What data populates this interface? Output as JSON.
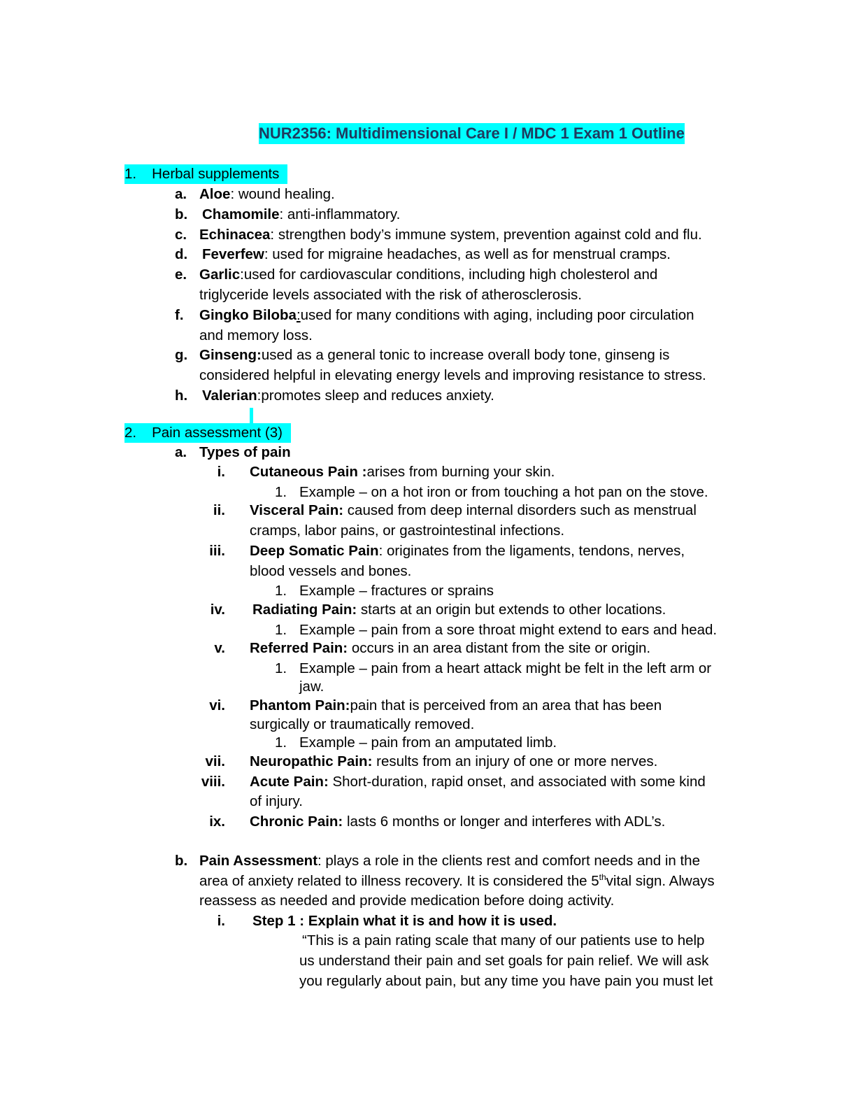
{
  "title": "NUR2356: Multidimensional Care I / MDC 1 Exam 1 Outline",
  "s1": {
    "num": "1.",
    "heading": "Herbal supplements",
    "items": [
      {
        "m": "a.",
        "term": "Aloe",
        "text": ": wound healing."
      },
      {
        "m": "b.",
        "term": "Chamomile",
        "text": ": anti-inflammatory."
      },
      {
        "m": "c.",
        "term": "Echinacea",
        "text": ": strengthen body’s immune system, prevention against cold and flu."
      },
      {
        "m": "d.",
        "term": "Feverfew",
        "text": ": used for migraine headaches, as well as for menstrual cramps."
      },
      {
        "m": "e.",
        "term": "Garlic",
        "text": ":used for cardiovascular conditions, including high cholesterol and",
        "text2": "triglyceride levels associated with the risk of atherosclerosis."
      },
      {
        "m": "f.",
        "term": "Gingko Biloba",
        "colon": ":",
        "text": "used for many conditions with aging, including poor circulation",
        "text2": "and memory loss."
      },
      {
        "m": "g.",
        "term": "Ginseng:",
        "text": "used as a general tonic to increase overall body tone, ginseng is",
        "text2": "considered helpful in elevating energy levels and improving resistance to stress."
      },
      {
        "m": "h.",
        "term": "Valerian",
        "text": ":promotes sleep and reduces anxiety."
      }
    ]
  },
  "s2": {
    "num": "2.",
    "heading": "Pain assessment (3)",
    "a": {
      "m": "a.",
      "label": "Types of pain",
      "items": [
        {
          "m": "i.",
          "term": "Cutaneous Pain :",
          "text": "arises from burning your skin.",
          "ex": "Example – on a hot iron or from touching a hot pan on the stove."
        },
        {
          "m": "ii.",
          "term": "Visceral Pain:",
          "text": " caused from deep internal disorders such as menstrual",
          "text2": "cramps, labor pains, or gastrointestinal infections."
        },
        {
          "m": "iii.",
          "term": "Deep Somatic Pain",
          "text": ": originates from the ligaments, tendons, nerves,",
          "text2": "blood vessels and bones.",
          "ex": "Example – fractures or sprains"
        },
        {
          "m": "iv.",
          "term": "Radiating Pain:",
          "text": " starts at an origin but extends to other locations.",
          "ex": "Example – pain from a sore throat might extend to ears and head."
        },
        {
          "m": "v.",
          "term": "Referred Pain:",
          "text": " occurs in an area distant from the site or origin.",
          "ex": "Example – pain from a heart attack might be felt in the left arm or",
          "ex2": "jaw."
        },
        {
          "m": "vi.",
          "term": "Phantom Pain:",
          "text": "pain that is perceived from an area that has been",
          "text2": "surgically or traumatically removed.",
          "ex": "Example – pain from an amputated limb."
        },
        {
          "m": "vii.",
          "term": "Neuropathic Pain:",
          "text": " results from an injury of one or more nerves."
        },
        {
          "m": "viii.",
          "term": "Acute Pain:",
          "text": " Short-duration, rapid onset, and associated with some kind",
          "text2": "of injury."
        },
        {
          "m": "ix.",
          "term": "Chronic Pain:",
          "text": " lasts 6 months or longer and interferes with ADL’s."
        }
      ],
      "ex_num": "1."
    },
    "b": {
      "m": "b.",
      "term": "Pain Assessment",
      "line1": ": plays a role in the clients rest and comfort needs and in the",
      "line2a": "area of anxiety related to illness recovery. It is considered the 5",
      "sup": "th",
      "line2b": "vital sign. Always",
      "line3": "reassess as needed and provide medication before doing activity.",
      "step_m": "i.",
      "step": "Step 1 : Explain what it is and how it is used.",
      "quote1": "“This is a pain rating scale that many of our patients use to help",
      "quote2": "us understand their pain and set goals for pain relief. We will ask",
      "quote3": "you regularly about pain, but any time you have pain you must let"
    }
  }
}
